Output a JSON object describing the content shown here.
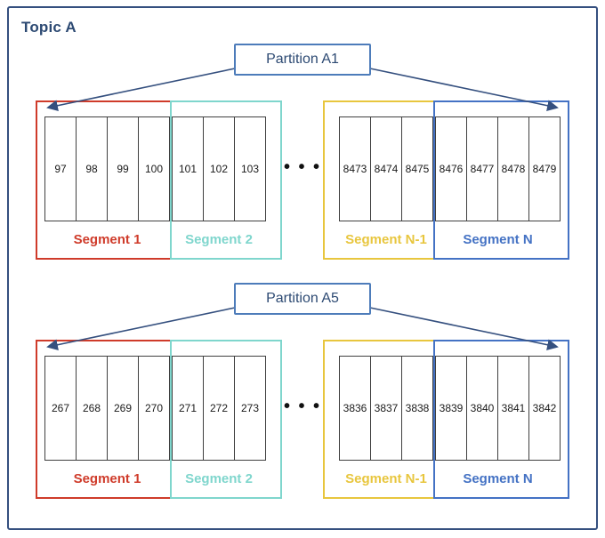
{
  "title": "Topic A",
  "ellipsis_icon": "• • •",
  "colors": {
    "frame": "#35507f",
    "arrow": "#35507f",
    "partition_text": "#2d4a73",
    "partition_box_border": "#4d7cba",
    "cell_border": "#3f3f3f",
    "segment_1": "#cf3b2a",
    "segment_2": "#7fd6cd",
    "segment_n1": "#e8c63e",
    "segment_n": "#4472c4"
  },
  "partitions": [
    {
      "label": "Partition A1",
      "segments": [
        {
          "label": "Segment 1",
          "color": "segment_1",
          "cells": [
            "97",
            "98",
            "99",
            "100"
          ]
        },
        {
          "label": "Segment 2",
          "color": "segment_2",
          "cells": [
            "101",
            "102",
            "103"
          ]
        },
        {
          "label": "Segment N-1",
          "color": "segment_n1",
          "cells": [
            "8473",
            "8474",
            "8475"
          ]
        },
        {
          "label": "Segment N",
          "color": "segment_n",
          "cells": [
            "8476",
            "8477",
            "8478",
            "8479"
          ]
        }
      ]
    },
    {
      "label": "Partition A5",
      "segments": [
        {
          "label": "Segment 1",
          "color": "segment_1",
          "cells": [
            "267",
            "268",
            "269",
            "270"
          ]
        },
        {
          "label": "Segment 2",
          "color": "segment_2",
          "cells": [
            "271",
            "272",
            "273"
          ]
        },
        {
          "label": "Segment N-1",
          "color": "segment_n1",
          "cells": [
            "3836",
            "3837",
            "3838"
          ]
        },
        {
          "label": "Segment N",
          "color": "segment_n",
          "cells": [
            "3839",
            "3840",
            "3841",
            "3842"
          ]
        }
      ]
    }
  ]
}
